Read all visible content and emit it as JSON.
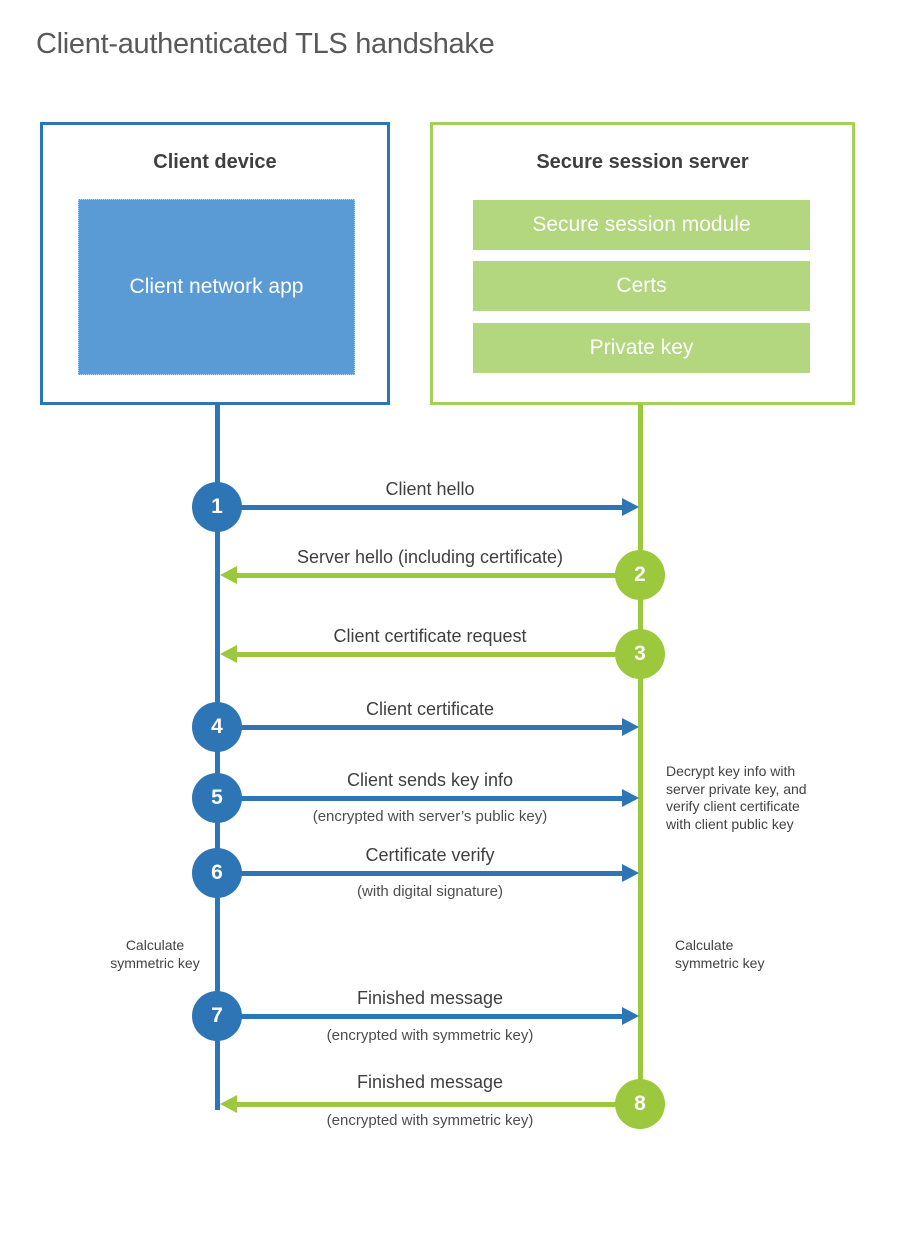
{
  "title": "Client-authenticated TLS handshake",
  "colors": {
    "client_accent": "#2e75b6",
    "client_fill": "#5b9bd5",
    "server_accent": "#9cc83e",
    "server_border": "#a3d05c",
    "server_fill": "#b2d77e",
    "text_dark": "#3f3f3f",
    "title_gray": "#595959"
  },
  "client": {
    "title": "Client device",
    "app_label": "Client network app"
  },
  "server": {
    "title": "Secure session server",
    "modules": {
      "module1": "Secure session module",
      "module2": "Certs",
      "module3": "Private key"
    }
  },
  "messages": [
    {
      "num": "1",
      "label": "Client hello",
      "from": "client"
    },
    {
      "num": "2",
      "label": "Server hello (including certificate)",
      "from": "server"
    },
    {
      "num": "3",
      "label": "Client certificate request",
      "from": "server"
    },
    {
      "num": "4",
      "label": "Client certificate",
      "from": "client"
    },
    {
      "num": "5",
      "label": "Client sends key info",
      "sub": "(encrypted with server’s public key)",
      "from": "client"
    },
    {
      "num": "6",
      "label": "Certificate verify",
      "sub": "(with digital signature)",
      "from": "client"
    },
    {
      "num": "7",
      "label": "Finished message",
      "sub": "(encrypted with symmetric key)",
      "from": "client"
    },
    {
      "num": "8",
      "label": "Finished message",
      "sub": "(encrypted with symmetric key)",
      "from": "server"
    }
  ],
  "notes": {
    "decrypt": "Decrypt key info with server private key, and verify client certificate with client public key",
    "calc_left": "Calculate symmetric key",
    "calc_right": "Calculate symmetric key"
  }
}
